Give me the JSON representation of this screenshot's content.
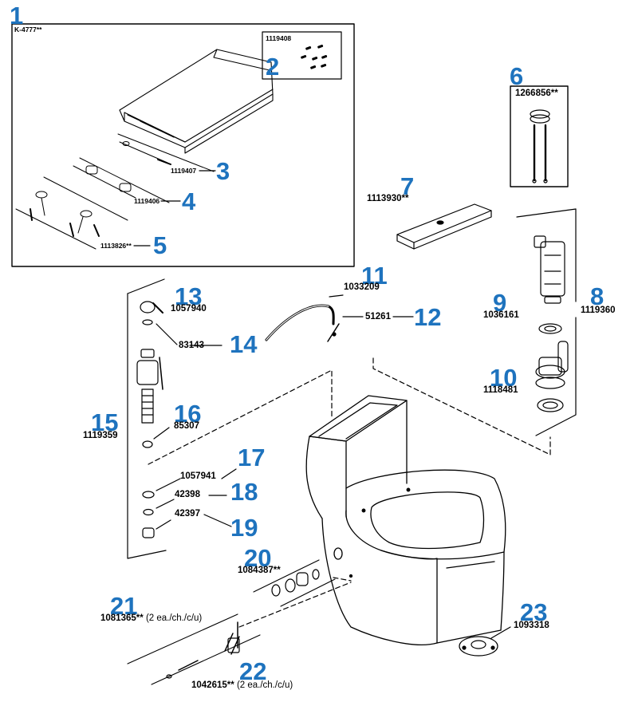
{
  "parts": [
    {
      "ref": "1",
      "part_no": "K-4777**"
    },
    {
      "ref": "2",
      "part_no": "1119408"
    },
    {
      "ref": "3",
      "part_no": "1119407"
    },
    {
      "ref": "4",
      "part_no": "1119406"
    },
    {
      "ref": "5",
      "part_no": "1113826**"
    },
    {
      "ref": "6",
      "part_no": "1266856**"
    },
    {
      "ref": "7",
      "part_no": "1113930**"
    },
    {
      "ref": "8",
      "part_no": "1119360"
    },
    {
      "ref": "9",
      "part_no": "1036161"
    },
    {
      "ref": "10",
      "part_no": "1118481"
    },
    {
      "ref": "11",
      "part_no": "1033209"
    },
    {
      "ref": "12",
      "part_no": "51261"
    },
    {
      "ref": "13",
      "part_no": "1057940"
    },
    {
      "ref": "14",
      "part_no": "83143"
    },
    {
      "ref": "15",
      "part_no": "1119359"
    },
    {
      "ref": "16",
      "part_no": "85307"
    },
    {
      "ref": "17",
      "part_no": "1057941"
    },
    {
      "ref": "18",
      "part_no": "42398"
    },
    {
      "ref": "19",
      "part_no": "42397"
    },
    {
      "ref": "20",
      "part_no": "1084387**"
    },
    {
      "ref": "21",
      "part_no": "1081365**",
      "qty_note": "(2 ea./ch./c/u)"
    },
    {
      "ref": "22",
      "part_no": "1042615**",
      "qty_note": "(2 ea./ch./c/u)"
    },
    {
      "ref": "23",
      "part_no": "1093318"
    }
  ]
}
